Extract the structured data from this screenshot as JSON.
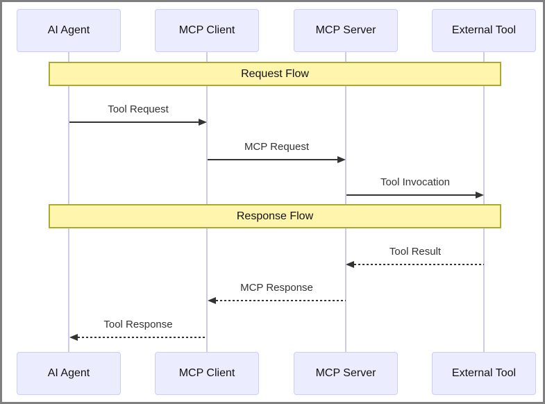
{
  "diagram": {
    "type": "sequence"
  },
  "actors": [
    {
      "label": "AI Agent"
    },
    {
      "label": "MCP Client"
    },
    {
      "label": "MCP Server"
    },
    {
      "label": "External Tool"
    }
  ],
  "sections": [
    {
      "label": "Request Flow"
    },
    {
      "label": "Response Flow"
    }
  ],
  "messages": [
    {
      "label": "Tool Request",
      "from": "AI Agent",
      "to": "MCP Client",
      "style": "solid",
      "direction": "right"
    },
    {
      "label": "MCP Request",
      "from": "MCP Client",
      "to": "MCP Server",
      "style": "solid",
      "direction": "right"
    },
    {
      "label": "Tool Invocation",
      "from": "MCP Server",
      "to": "External Tool",
      "style": "solid",
      "direction": "right"
    },
    {
      "label": "Tool Result",
      "from": "External Tool",
      "to": "MCP Server",
      "style": "dashed",
      "direction": "left"
    },
    {
      "label": "MCP Response",
      "from": "MCP Server",
      "to": "MCP Client",
      "style": "dashed",
      "direction": "left"
    },
    {
      "label": "Tool Response",
      "from": "MCP Client",
      "to": "AI Agent",
      "style": "dashed",
      "direction": "left"
    }
  ],
  "colors": {
    "actor_fill": "#ECECFF",
    "actor_border": "#CCCCFF",
    "section_fill": "#FFF5AD",
    "section_border": "#AAAA33",
    "lifeline": "#CCCCE8",
    "arrow": "#333333",
    "frame_border": "#7F7F7F"
  }
}
